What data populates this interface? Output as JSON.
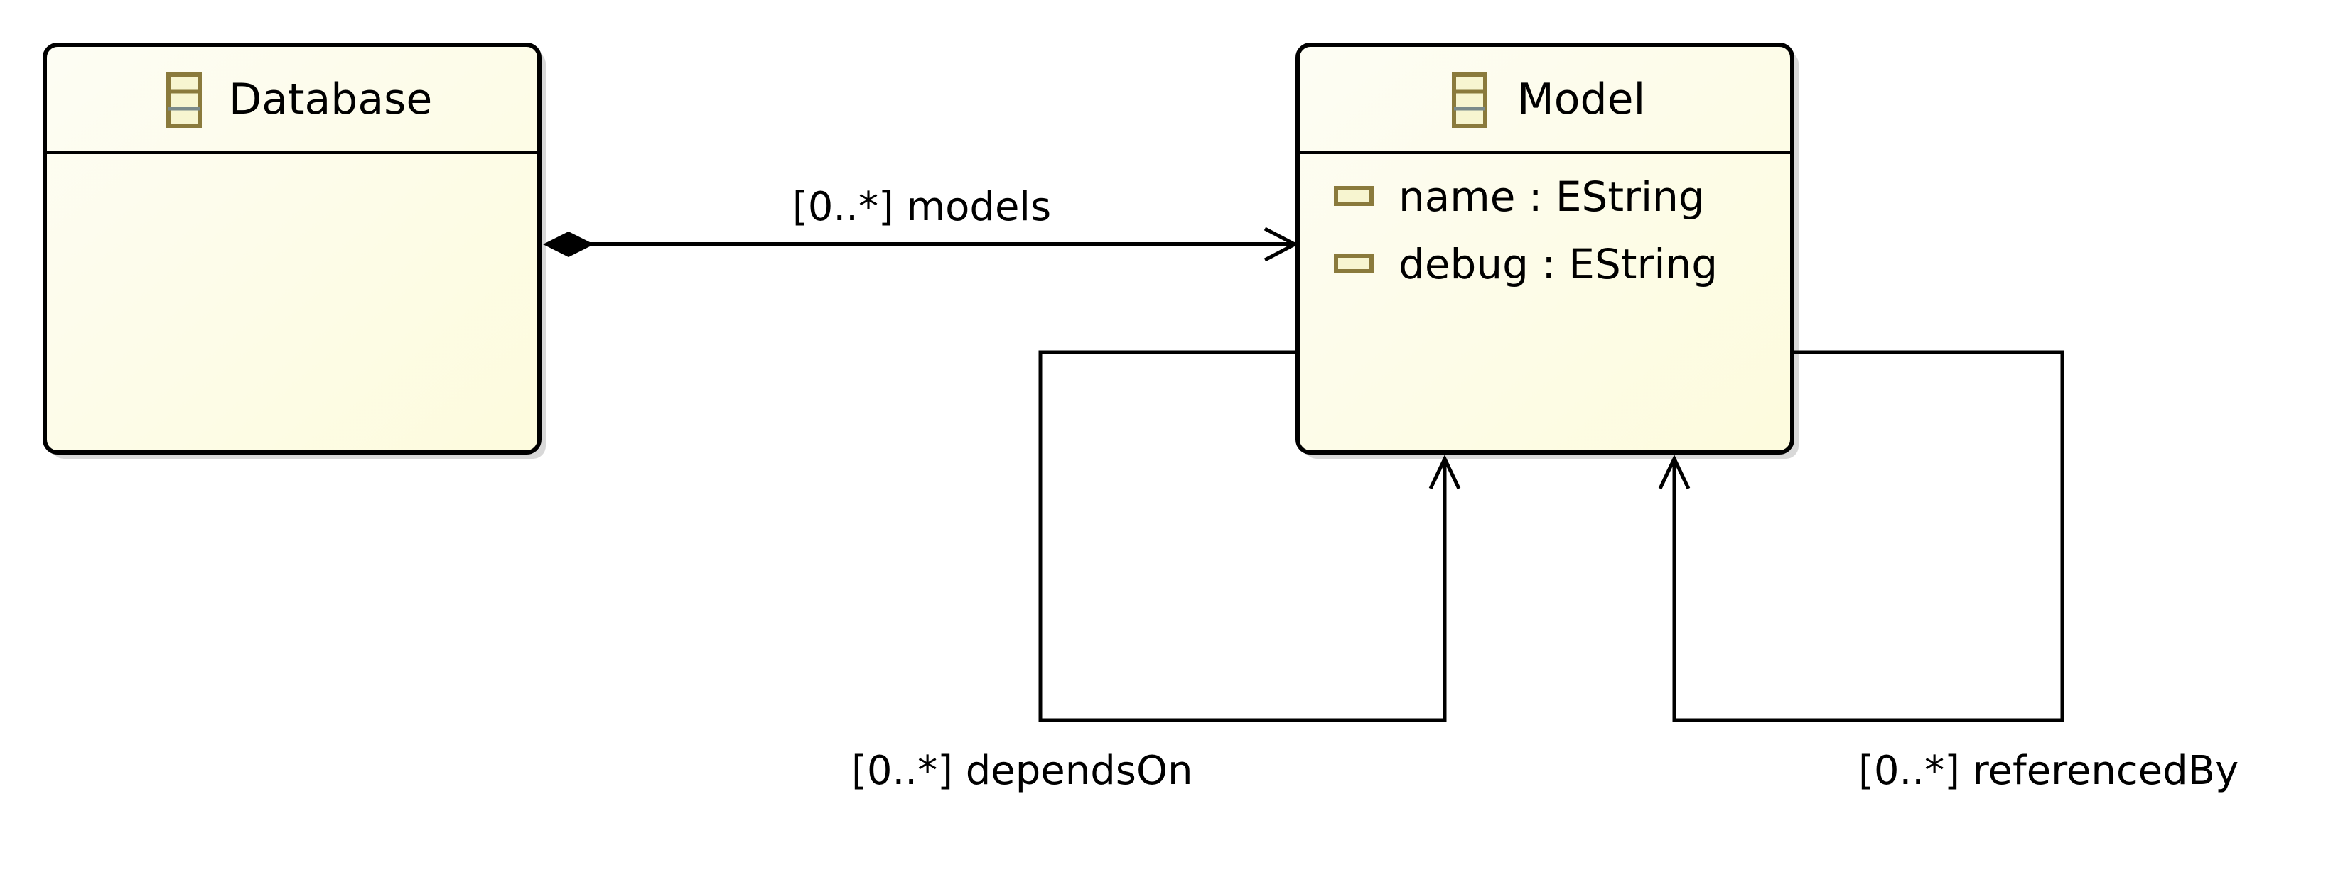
{
  "diagram": {
    "classes": [
      {
        "name": "Database",
        "attributes": []
      },
      {
        "name": "Model",
        "attributes": [
          {
            "label": "name : EString"
          },
          {
            "label": "debug : EString"
          }
        ]
      }
    ],
    "references": [
      {
        "label": "[0..*] models",
        "kind": "containment",
        "from": "Database",
        "to": "Model"
      },
      {
        "label": "[0..*] dependsOn",
        "kind": "reference",
        "from": "Model",
        "to": "Model"
      },
      {
        "label": "[0..*] referencedBy",
        "kind": "reference",
        "from": "Model",
        "to": "Model"
      }
    ],
    "colors": {
      "fill": "#fdfce6",
      "stroke": "#000000",
      "icon": "#8a7a3c"
    }
  }
}
